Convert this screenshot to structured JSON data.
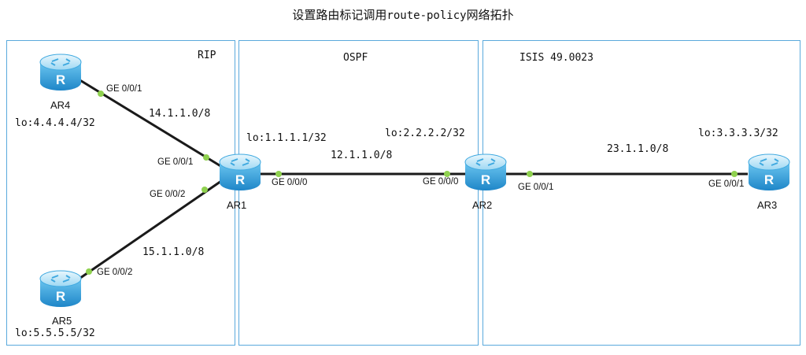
{
  "title": {
    "prefix": "设置路由标记调用",
    "code": "route-policy",
    "suffix": "网络拓扑"
  },
  "areas": {
    "rip": "RIP",
    "ospf": "OSPF",
    "isis": "ISIS 49.0023"
  },
  "routers": {
    "ar1": {
      "name": "AR1",
      "loopback": "lo:1.1.1.1/32"
    },
    "ar2": {
      "name": "AR2",
      "loopback": "lo:2.2.2.2/32"
    },
    "ar3": {
      "name": "AR3",
      "loopback": "lo:3.3.3.3/32"
    },
    "ar4": {
      "name": "AR4",
      "loopback": "lo:4.4.4.4/32"
    },
    "ar5": {
      "name": "AR5",
      "loopback": "lo:5.5.5.5/32"
    }
  },
  "networks": {
    "ar4_ar1": "14.1.1.0/8",
    "ar5_ar1": "15.1.1.0/8",
    "ar1_ar2": "12.1.1.0/8",
    "ar2_ar3": "23.1.1.0/8"
  },
  "interfaces": {
    "ar4_g001": "GE 0/0/1",
    "ar1_g001": "GE 0/0/1",
    "ar1_g002": "GE 0/0/2",
    "ar5_g002": "GE 0/0/2",
    "ar1_g000": "GE 0/0/0",
    "ar2_g000": "GE 0/0/0",
    "ar2_g001": "GE 0/0/1",
    "ar3_g001": "GE 0/0/1"
  },
  "colors": {
    "area_border": "#5aa9dc",
    "port_dot": "#8fd14f",
    "router_body": "#3fa9e0",
    "link": "#1a1a1a"
  }
}
